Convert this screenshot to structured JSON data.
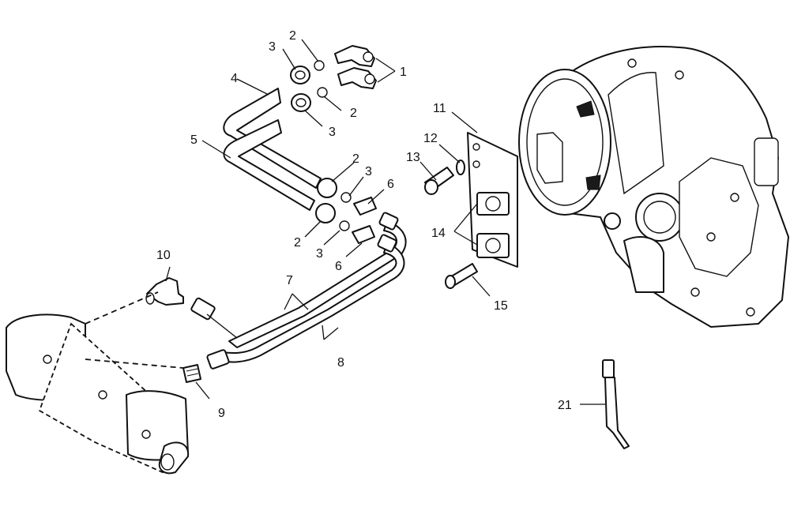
{
  "callouts": {
    "c1": "1",
    "c2a": "2",
    "c2b": "2",
    "c2c": "2",
    "c2d": "2",
    "c3a": "3",
    "c3b": "3",
    "c3c": "3",
    "c3d": "3",
    "c4": "4",
    "c5": "5",
    "c6a": "6",
    "c6b": "6",
    "c7": "7",
    "c8": "8",
    "c9": "9",
    "c10": "10",
    "c11": "11",
    "c12": "12",
    "c13": "13",
    "c14": "14",
    "c15": "15",
    "c21": "21"
  }
}
